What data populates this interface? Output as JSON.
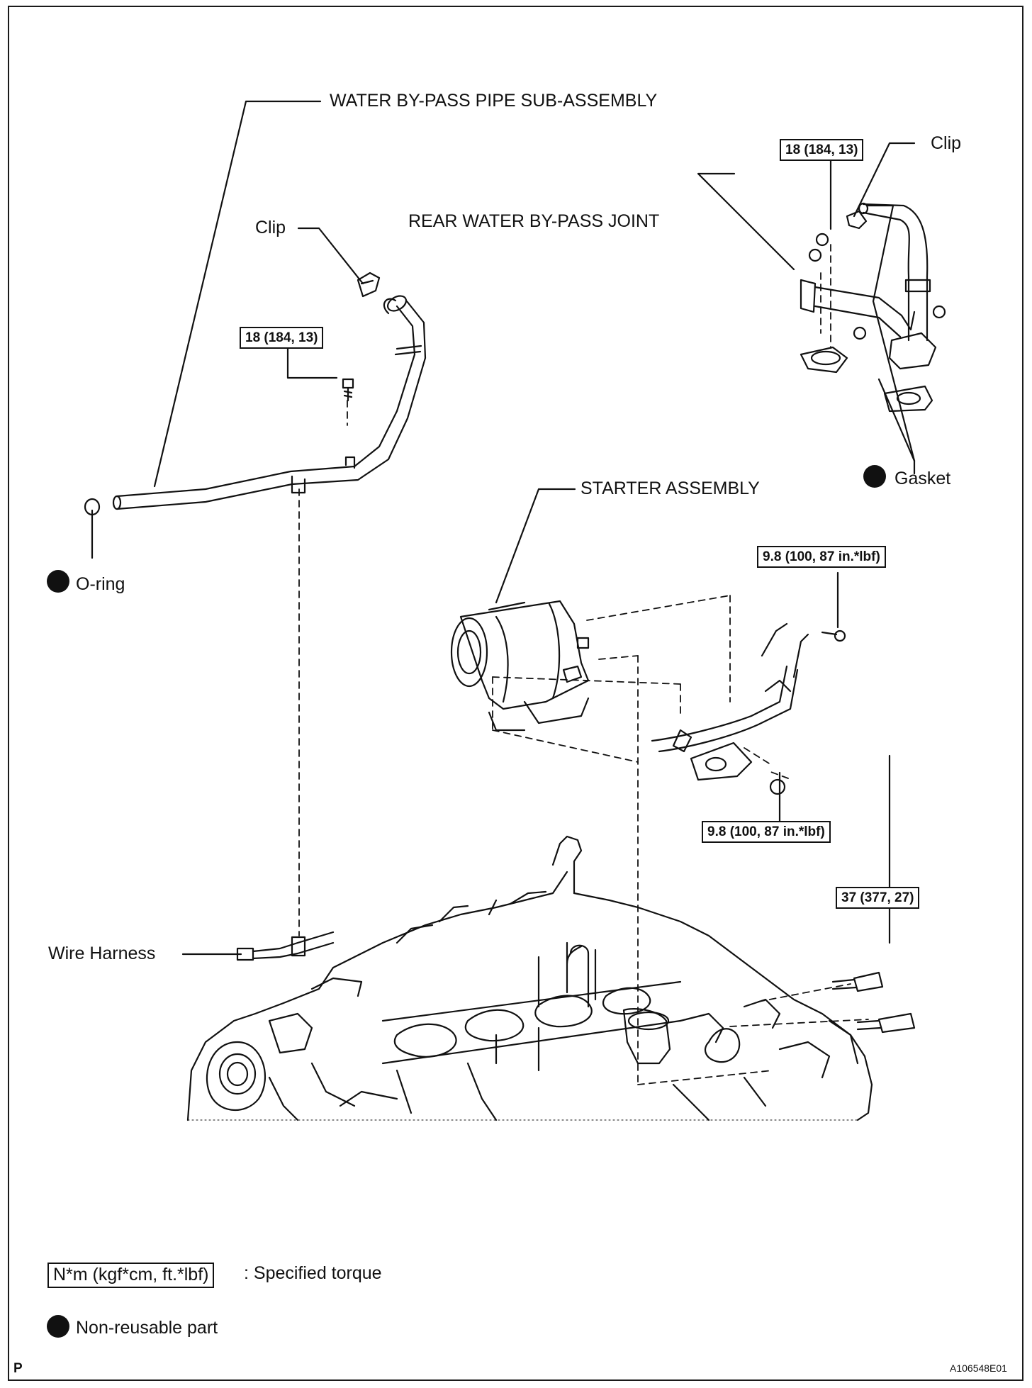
{
  "labels": {
    "water_bypass_pipe": "WATER BY-PASS PIPE SUB-ASSEMBLY",
    "clip_left": "Clip",
    "clip_right": "Clip",
    "rear_joint": "REAR WATER BY-PASS JOINT",
    "gasket": "Gasket",
    "starter": "STARTER ASSEMBLY",
    "oring": "O-ring",
    "wire_harness": "Wire Harness"
  },
  "torques": {
    "pipe_bolt": "18 (184, 13)",
    "joint_nut": "18 (184, 13)",
    "starter_upper": "9.8 (100, 87 in.*lbf)",
    "starter_lower": "9.8 (100, 87 in.*lbf)",
    "starter_mount": "37 (377, 27)"
  },
  "legend": {
    "torque_unit": "N*m (kgf*cm, ft.*lbf)",
    "torque_desc": ": Specified torque",
    "nonreusable_desc": "Non-reusable part"
  },
  "footer": {
    "corner_letter": "P",
    "figure_id": "A106548E01"
  },
  "colors": {
    "ink": "#111111",
    "background": "#ffffff"
  }
}
